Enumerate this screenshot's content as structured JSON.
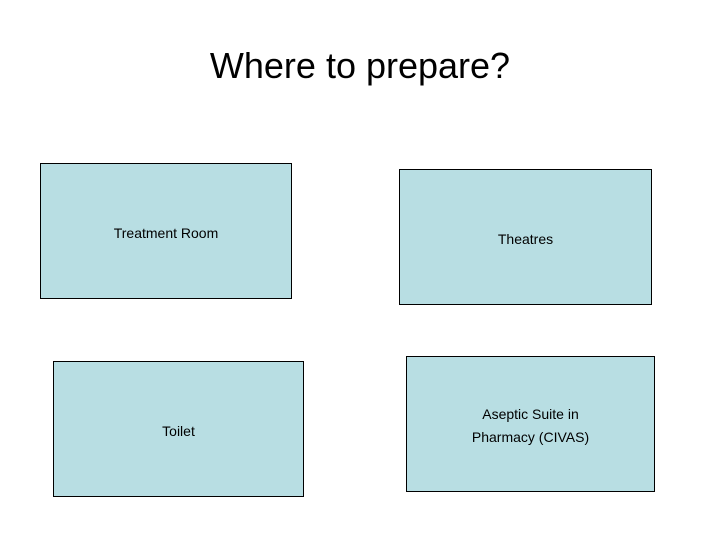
{
  "slide": {
    "title": "Where to prepare?",
    "background_color": "#ffffff",
    "title_color": "#000000"
  },
  "theme": {
    "shape_fill": "#b8dee3",
    "shape_border": "#000000",
    "shape_text_color": "#000000"
  },
  "shapes": [
    {
      "name": "treatment-room",
      "label": "Treatment Room",
      "lines": [
        "Treatment Room"
      ]
    },
    {
      "name": "theatres",
      "label": "Theatres",
      "lines": [
        "Theatres"
      ]
    },
    {
      "name": "toilet",
      "label": "Toilet",
      "lines": [
        "Toilet"
      ]
    },
    {
      "name": "aseptic-suite",
      "label": "Aseptic Suite in Pharmacy (CIVAS)",
      "lines": [
        "Aseptic Suite in",
        "Pharmacy (CIVAS)"
      ]
    }
  ]
}
